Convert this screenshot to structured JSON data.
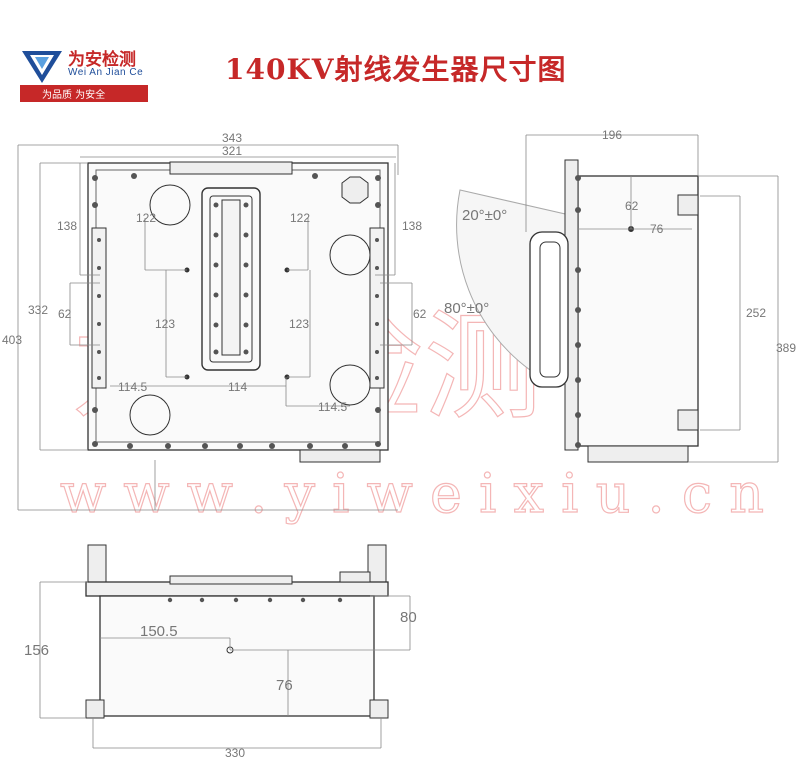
{
  "header": {
    "logo_cn": "为安检测",
    "logo_en": "Wei An Jian Ce",
    "logo_slogan": "为品质  为安全",
    "title": "140KV射线发生器尺寸图"
  },
  "watermark": {
    "cn": "为安检测",
    "url": "w w w . y i w e i x i u . c n"
  },
  "front_view": {
    "dim_343": "343",
    "dim_321": "321",
    "dim_403": "403",
    "dim_332": "332",
    "dim_138_left": "138",
    "dim_138_right": "138",
    "dim_62_left": "62",
    "dim_62_right": "62",
    "dim_122_left": "122",
    "dim_122_right": "122",
    "dim_123_left": "123",
    "dim_123_right": "123",
    "dim_1145_left": "114.5",
    "dim_114": "114",
    "dim_1145_right": "114.5"
  },
  "side_view": {
    "dim_196": "196",
    "dim_62": "62",
    "dim_76": "76",
    "dim_252": "252",
    "dim_389": "389",
    "angle_20": "20°±0°",
    "angle_80": "80°±0°"
  },
  "bottom_view": {
    "dim_80": "80",
    "dim_156": "156",
    "dim_1505": "150.5",
    "dim_76": "76",
    "dim_330": "330"
  },
  "colors": {
    "brand_red": "#c62828",
    "brand_blue": "#1f4e9a",
    "line": "#333333",
    "dim_line": "#888888"
  }
}
